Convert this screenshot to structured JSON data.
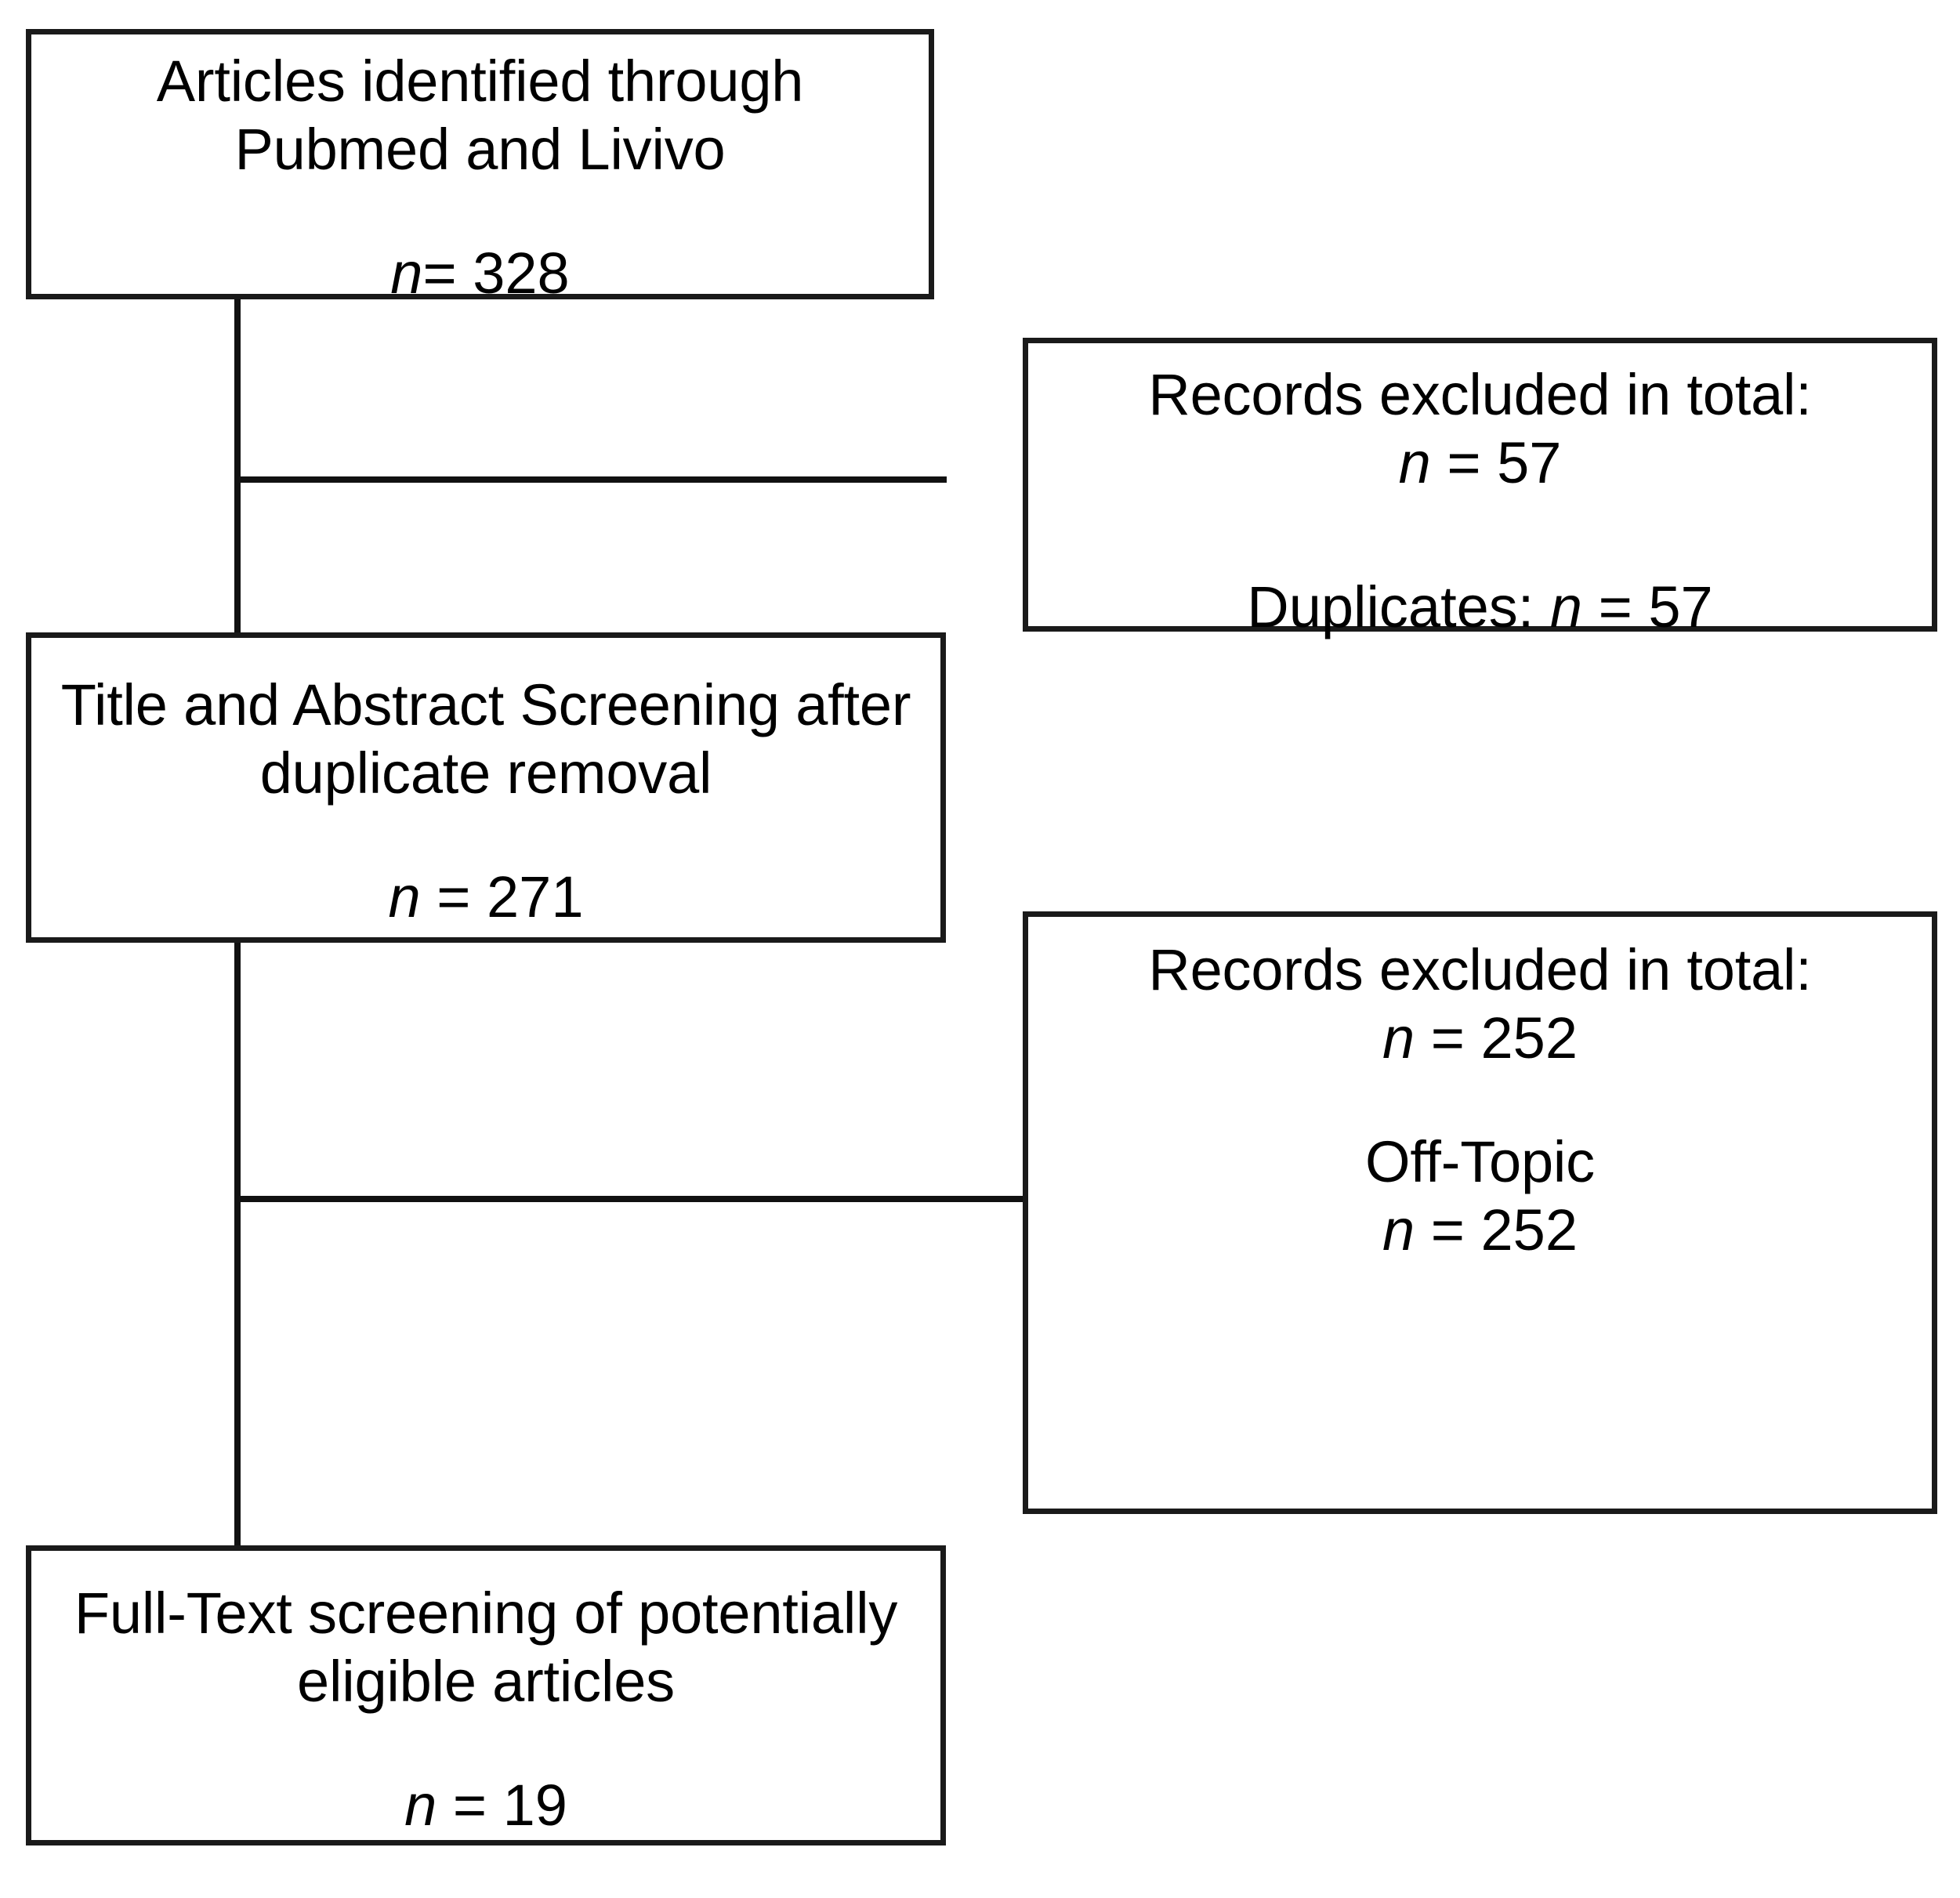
{
  "diagram": {
    "type": "prisma-flow-diagram",
    "title": "PRISMA study selection flow",
    "colors": {
      "box_border": "#1a1a1a",
      "connector": "#111111",
      "background": "#ffffff",
      "text": "#000000"
    },
    "boxes": [
      {
        "id": "identification",
        "label": "Articles identified through Pubmed and Livivo",
        "text": "Articles identified through\nPubmed and Livivo",
        "count_prefix": "n",
        "count_operator": "=",
        "count_value": "328",
        "count_display": "n= 328",
        "n": 328,
        "column": "left",
        "order": 1
      },
      {
        "id": "excluded-duplicates",
        "label": "Records excluded in total: n = 57",
        "text": "Records excluded in total:",
        "count_prefix": "n",
        "count_operator": "=",
        "count_value": "57",
        "count_display": "n = 57",
        "n": 57,
        "reason_label": "Duplicates:",
        "reason_count_display": "n = 57",
        "reason_line": "Duplicates: n = 57",
        "reason_n": 57,
        "column": "right",
        "order": 2
      },
      {
        "id": "title-abstract",
        "label": "Title and Abstract Screening after duplicate removal",
        "text": "Title and Abstract Screening after\nduplicate removal",
        "count_prefix": "n",
        "count_operator": "=",
        "count_value": "271",
        "count_display": "n = 271",
        "n": 271,
        "column": "left",
        "order": 3
      },
      {
        "id": "excluded-offtopic",
        "label": "Records excluded in total: n = 252",
        "text": "Records excluded in total:",
        "count_prefix": "n",
        "count_operator": "=",
        "count_value": "252",
        "count_display": "n = 252",
        "n": 252,
        "reason_label": "Off-Topic",
        "reason_count_display": "n = 252",
        "reason_n": 252,
        "column": "right",
        "order": 4
      },
      {
        "id": "fulltext",
        "label": "Full-Text screening of potentially eligible articles",
        "text": "Full-Text screening of potentially\neligible articles",
        "count_prefix": "n",
        "count_operator": "=",
        "count_value": "19",
        "count_display": "n = 19",
        "n": 19,
        "column": "left",
        "order": 5
      }
    ],
    "connectors": [
      {
        "id": "main-vertical",
        "from": "identification",
        "to": "fulltext",
        "orientation": "vertical"
      },
      {
        "id": "to-duplicates",
        "from": "identification",
        "to": "excluded-duplicates",
        "orientation": "horizontal"
      },
      {
        "id": "to-offtopic",
        "from": "title-abstract",
        "to": "excluded-offtopic",
        "orientation": "horizontal"
      }
    ]
  }
}
